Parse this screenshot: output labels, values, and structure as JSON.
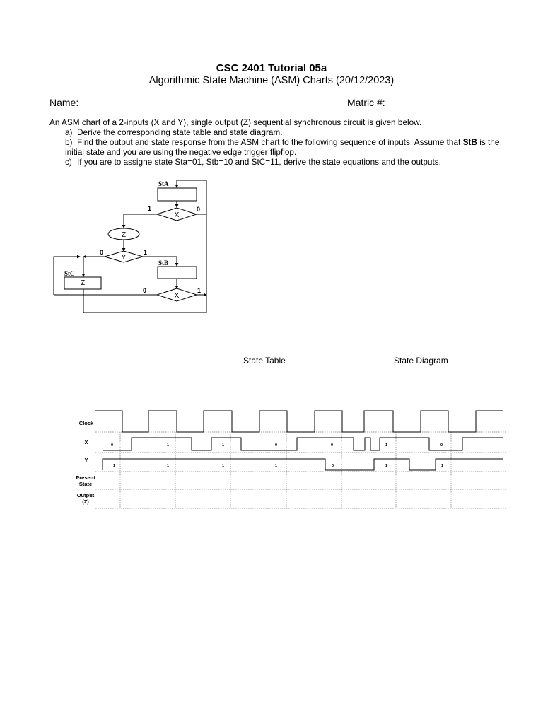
{
  "header": {
    "title": "CSC 2401 Tutorial  05a",
    "subtitle": "Algorithmic State Machine (ASM) Charts (20/12/2023)"
  },
  "fields": {
    "name_label": "Name:",
    "matric_label": "Matric #:"
  },
  "intro": "An ASM chart of a 2-inputs (X and Y), single output (Z) sequential synchronous circuit is given below.",
  "questions": [
    {
      "label": "a)",
      "text": "Derive the corresponding state table and state diagram."
    },
    {
      "label": "b)",
      "text_pre": "Find the output and state response from the ASM chart to the following sequence of inputs. Assume that ",
      "text_bold": "StB",
      "text_post": " is the initial state and you are using the negative edge trigger flipflop."
    },
    {
      "label": "c)",
      "text": "If you are to assigne state Sta=01, Stb=10 and StC=11, derive the state equations and the outputs."
    }
  ],
  "asm_chart": {
    "state_a": "StA",
    "state_b": "StB",
    "state_c": "StC",
    "decision_x_top": "X",
    "decision_y": "Y",
    "decision_x_bottom": "X",
    "output_oval": "Z",
    "output_stc": "Z",
    "branch_x_top_one": "1",
    "branch_x_top_zero": "0",
    "branch_y_zero": "0",
    "branch_y_one": "1",
    "branch_x_bottom_zero": "0",
    "branch_x_bottom_one": "1"
  },
  "sections": {
    "state_table": "State Table",
    "state_diagram": "State Diagram"
  },
  "timing": {
    "rows": [
      "Clock",
      "X",
      "Y",
      "Present State",
      "Output (Z)"
    ],
    "x_values": [
      "0",
      "1",
      "1",
      "0",
      "0",
      "1",
      "0"
    ],
    "y_values": [
      "1",
      "1",
      "1",
      "1",
      "0",
      "1",
      "1"
    ]
  }
}
